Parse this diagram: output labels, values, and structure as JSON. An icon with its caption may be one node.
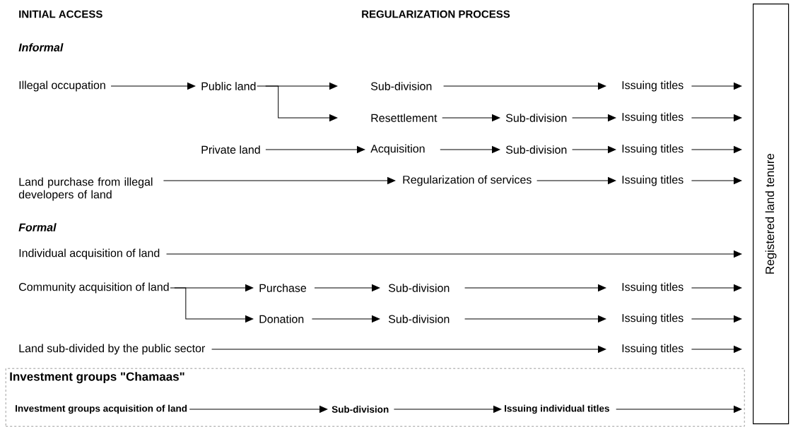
{
  "diagram": {
    "nodes": [
      {
        "text": [
          "Illegal occupation"
        ]
      },
      {
        "text": [
          "Public land"
        ]
      },
      {
        "text": [
          "Sub-division"
        ]
      },
      {
        "text": [
          "Issuing titles"
        ]
      },
      {
        "text": [
          "Resettlement"
        ]
      },
      {
        "text": [
          "Sub-division"
        ]
      },
      {
        "text": [
          "Issuing titles"
        ]
      },
      {
        "text": [
          "Private land"
        ]
      },
      {
        "text": [
          "Acquisition"
        ]
      },
      {
        "text": [
          "Sub-division"
        ]
      },
      {
        "text": [
          "Issuing titles"
        ]
      },
      {
        "text": [
          "Land purchase from illegal developers of land"
        ]
      },
      {
        "text": [
          "Regularization of services"
        ]
      },
      {
        "text": [
          "Issuing titles"
        ]
      },
      {
        "text": [
          "Individual acquisition of land"
        ]
      },
      {
        "text": [
          "Community acquisition of land"
        ]
      },
      {
        "text": [
          "Purchase"
        ]
      },
      {
        "text": [
          "Sub-division"
        ]
      },
      {
        "text": [
          "Issuing titles"
        ]
      },
      {
        "text": [
          "Donation"
        ]
      },
      {
        "text": [
          "Sub-division"
        ]
      },
      {
        "text": [
          "Issuing titles"
        ]
      },
      {
        "text": [
          "Land sub-divided by the public sector"
        ]
      },
      {
        "text": [
          "Issuing titles"
        ]
      },
      {
        "text": [
          "Investment groups \"Chamaas\""
        ]
      },
      {
        "text": [
          "Investment groups acquisition of land"
        ],
        "in": 24
      },
      {
        "text": [
          "Sub-division"
        ],
        "in": 24
      },
      {
        "text": [
          "Issuing individual titles"
        ],
        "in": 24
      },
      {
        "text": [
          "Registered land tenure"
        ]
      }
    ],
    "edges": [
      {
        "from": 0,
        "to": 1,
        "arrow": "to"
      },
      {
        "from": 1,
        "to": 2,
        "arrow": "to"
      },
      {
        "from": 1,
        "to": 4,
        "arrow": "to"
      },
      {
        "from": 2,
        "to": 3,
        "arrow": "to"
      },
      {
        "from": 3,
        "to": 28,
        "arrow": "to"
      },
      {
        "from": 4,
        "to": 5,
        "arrow": "to"
      },
      {
        "from": 5,
        "to": 6,
        "arrow": "to"
      },
      {
        "from": 6,
        "to": 28,
        "arrow": "to"
      },
      {
        "from": 7,
        "to": 8,
        "arrow": "to"
      },
      {
        "from": 8,
        "to": 9,
        "arrow": "to"
      },
      {
        "from": 9,
        "to": 10,
        "arrow": "to"
      },
      {
        "from": 10,
        "to": 28,
        "arrow": "to"
      },
      {
        "from": 11,
        "to": 12,
        "arrow": "to"
      },
      {
        "from": 12,
        "to": 13,
        "arrow": "to"
      },
      {
        "from": 13,
        "to": 28,
        "arrow": "to"
      },
      {
        "from": 14,
        "to": 28,
        "arrow": "to"
      },
      {
        "from": 15,
        "to": 16,
        "arrow": "to"
      },
      {
        "from": 15,
        "to": 19,
        "arrow": "to"
      },
      {
        "from": 16,
        "to": 17,
        "arrow": "to"
      },
      {
        "from": 17,
        "to": 18,
        "arrow": "to"
      },
      {
        "from": 18,
        "to": 28,
        "arrow": "to"
      },
      {
        "from": 19,
        "to": 20,
        "arrow": "to"
      },
      {
        "from": 20,
        "to": 21,
        "arrow": "to"
      },
      {
        "from": 21,
        "to": 28,
        "arrow": "to"
      },
      {
        "from": 22,
        "to": 23,
        "arrow": "to"
      },
      {
        "from": 23,
        "to": 28,
        "arrow": "to"
      },
      {
        "from": 25,
        "to": 26,
        "arrow": "to"
      },
      {
        "from": 26,
        "to": 27,
        "arrow": "to"
      },
      {
        "from": 27,
        "to": 28,
        "arrow": "to"
      }
    ],
    "labels": [
      "INITIAL ACCESS",
      "REGULARIZATION PROCESS",
      "Informal",
      "Formal"
    ]
  }
}
